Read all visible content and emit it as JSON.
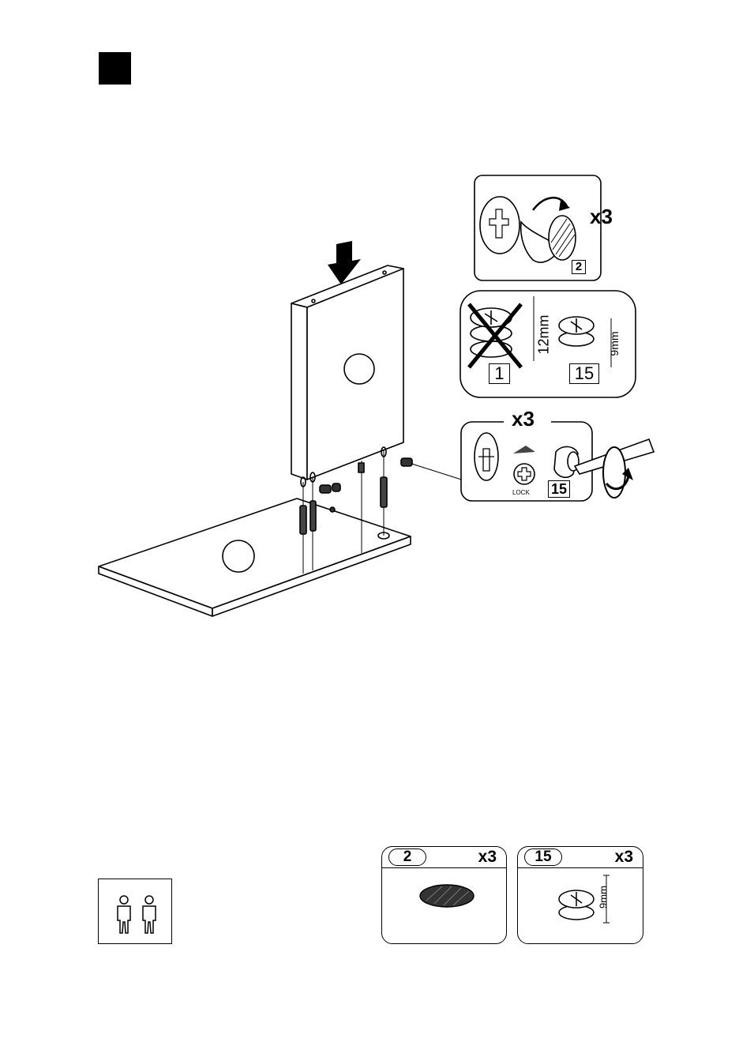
{
  "detail_glue": {
    "qty": "x3",
    "part_ref": "2"
  },
  "detail_cam": {
    "wrong_part": "1",
    "wrong_height": "12mm",
    "right_part": "15",
    "right_height": "9mm"
  },
  "detail_lock": {
    "qty": "x3",
    "lock_label": "LOCK",
    "part_ref": "15"
  },
  "parts": [
    {
      "number": "2",
      "qty": "x3"
    },
    {
      "number": "15",
      "qty": "x3",
      "height": "9mm"
    }
  ]
}
